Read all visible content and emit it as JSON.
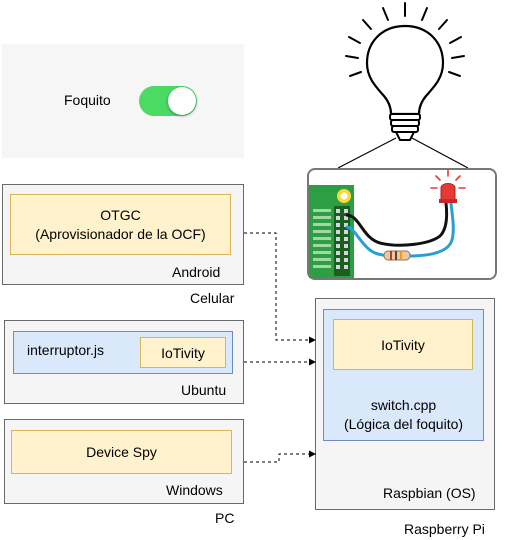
{
  "toggle_panel": {
    "label": "Foquito",
    "state": "on",
    "on_color": "#4cd964"
  },
  "android": {
    "box_label": "Android",
    "device_label": "Celular",
    "app_line1": "OTGC",
    "app_line2": "(Aprovisionador de la OCF)"
  },
  "ubuntu": {
    "box_label": "Ubuntu",
    "app_label": "interruptor.js",
    "lib_label": "IoTivity"
  },
  "windows": {
    "box_label": "Windows",
    "device_label": "PC",
    "app_label": "Device Spy"
  },
  "raspbian": {
    "box_label": "Raspbian (OS)",
    "device_label": "Raspberry Pi",
    "lib_label": "IoTivity",
    "app_line1": "switch.cpp",
    "app_line2": "(Lógica del foquito)"
  },
  "colors": {
    "grey_fill": "#f5f5f5",
    "yellow_fill": "#fff2cc",
    "yellow_border": "#d6b656",
    "blue_fill": "#dae8fc",
    "blue_border": "#6c8ebf",
    "led_red": "#e53935",
    "pi_green": "#2e9e44"
  }
}
